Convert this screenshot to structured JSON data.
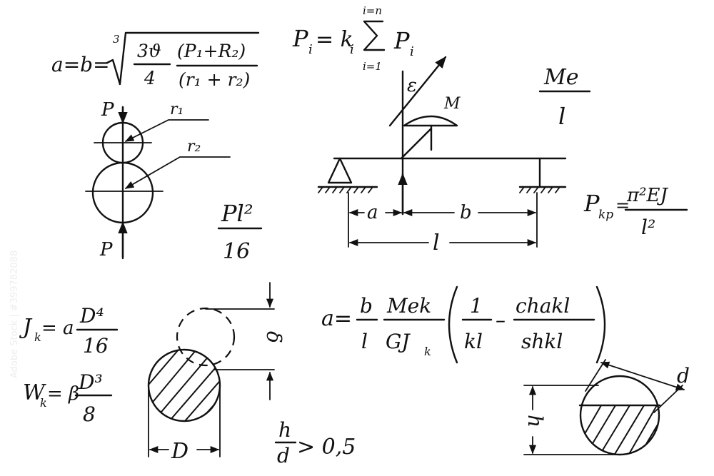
{
  "formulas": {
    "top_left": {
      "lhs": "a=b=",
      "root_index": "3",
      "num_left": "3ϑ",
      "den_left": "4",
      "num_right": "(P₁+R₂)",
      "den_right": "(r₁ + r₂)"
    },
    "sum": {
      "lhs": "P",
      "lhs_sub": "i",
      "eq": "= k",
      "k_sub": "i",
      "upper": "i=n",
      "lower": "i=1",
      "term": "P",
      "term_sub": "i"
    },
    "me_l": {
      "num": "Me",
      "den": "l"
    },
    "pl2": {
      "num": "Pl²",
      "den": "16"
    },
    "pkp": {
      "lhs": "P",
      "lhs_sub": "kp",
      "num": "π²EJ",
      "den": "l²"
    },
    "jk": {
      "lhs": "J",
      "lhs_sub": "k",
      "coef": "= a",
      "num": "D⁴",
      "den": "16"
    },
    "wk": {
      "lhs": "W",
      "lhs_sub": "k",
      "coef": "= β",
      "num": "D³",
      "den": "8"
    },
    "angle": {
      "lhs": "a=",
      "f1_num": "b",
      "f1_den": "l",
      "f2_num": "Mek",
      "f2_den": "GJ",
      "f2_den_sub": "k",
      "f3_num": "1",
      "f3_den": "kl",
      "minus": "–",
      "f4_num": "chakl",
      "f4_den": "shkl"
    },
    "ratio": {
      "num": "h",
      "den": "d",
      "rest": "> 0,5"
    }
  },
  "labels": {
    "p_top": "P",
    "p_bottom": "P",
    "r1": "r₁",
    "r2": "r₂",
    "epsilon": "ε",
    "m": "M",
    "a": "a",
    "b": "b",
    "l": "l",
    "D": "D",
    "delta": "δ",
    "h": "h",
    "d": "d"
  },
  "watermark": {
    "side_text": "Adobe Stock | #399782088"
  }
}
